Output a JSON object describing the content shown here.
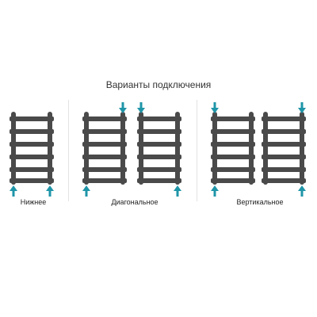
{
  "title": "Варианты подключения",
  "options": [
    {
      "label": "Нижнее",
      "arrows": [
        "bottom-left-up",
        "bottom-right-up"
      ]
    },
    {
      "label": "Диагональное",
      "arrows": [
        "top-right-down",
        "bottom-left-up"
      ]
    },
    {
      "label": "Вертикальное",
      "arrows": [
        "top-left-down",
        "bottom-left-up"
      ]
    }
  ],
  "colors": {
    "rail": "#4a4a4a",
    "arrow": "#1f95a8",
    "divider": "#e3e3e3",
    "text": "#222222"
  },
  "icons": [
    "towel-rail-icon",
    "arrow-up-icon",
    "arrow-down-icon"
  ]
}
